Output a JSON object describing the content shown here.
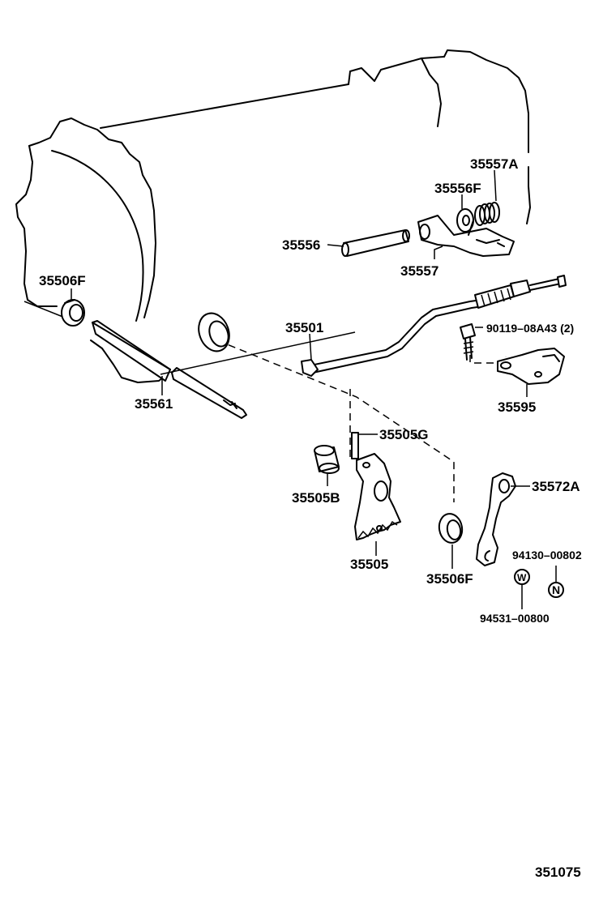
{
  "diagram": {
    "labels": {
      "p35557A": "35557A",
      "p35556F": "35556F",
      "p35556": "35556",
      "p35557": "35557",
      "p35506F_top": "35506F",
      "p35501": "35501",
      "p90119": "90119–08A43 (2)",
      "p35561": "35561",
      "p35595": "35595",
      "p35505G": "35505G",
      "p35505B": "35505B",
      "p35572A": "35572A",
      "p35505": "35505",
      "p35506F_bottom": "35506F",
      "p94130": "94130–00802",
      "p94531": "94531–00800",
      "mark_N": "N",
      "mark_W": "W"
    },
    "figure_number": "351075"
  }
}
